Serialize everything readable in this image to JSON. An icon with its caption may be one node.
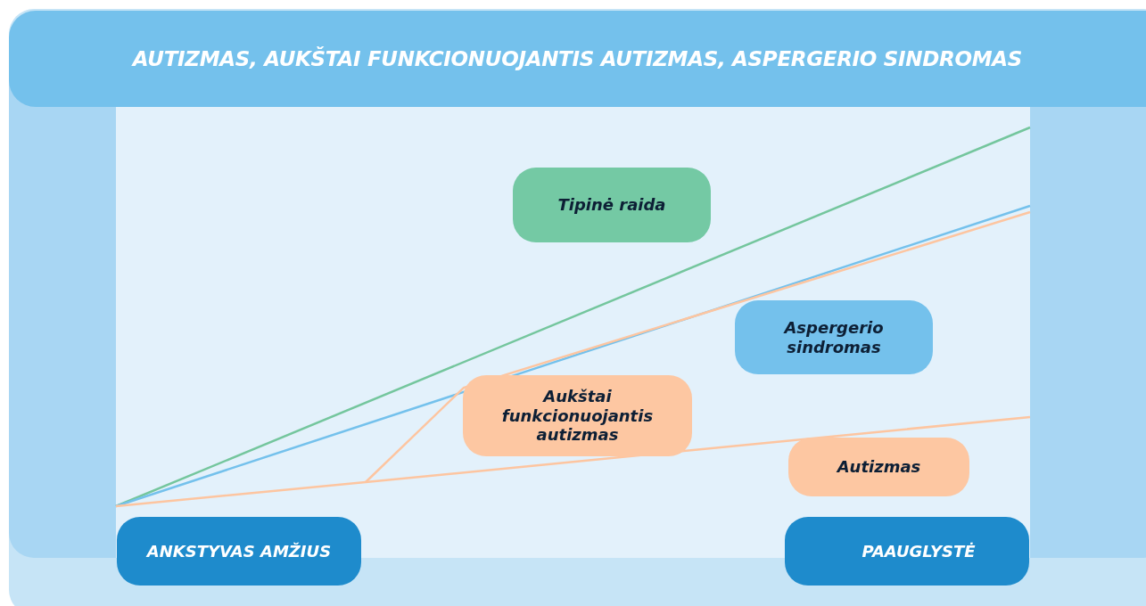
{
  "diagram": {
    "title": "AUTIZMAS, AUKŠTAI FUNKCIONUOJANTIS AUTIZMAS, ASPERGERIO SINDROMAS",
    "nodes": [
      {
        "text": [
          "Tipinė raida"
        ]
      },
      {
        "text": [
          "Aspergerio sindromas"
        ]
      },
      {
        "text": [
          "Aukštai funkcionuojantis autizmas"
        ]
      },
      {
        "text": [
          "Autizmas"
        ]
      },
      {
        "text": [
          "ANKSTYVAS AMŽIUS"
        ]
      },
      {
        "text": [
          "PAAUGLYSTĖ"
        ]
      }
    ]
  }
}
